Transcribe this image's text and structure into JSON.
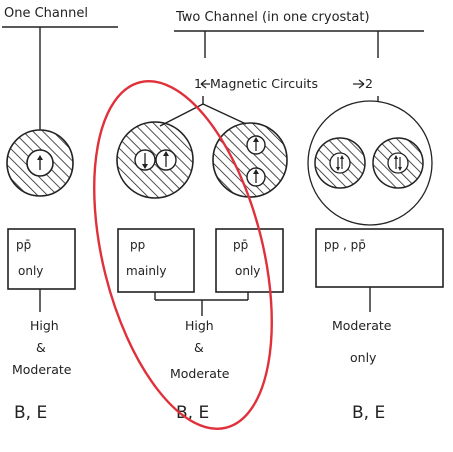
{
  "headings": {
    "one_channel": "One Channel",
    "two_channel": "Two Channel (in one cryostat)"
  },
  "magnetic_circuits": {
    "left": "1",
    "label": "Magnetic Circuits",
    "right": "2"
  },
  "boxes": [
    {
      "line1": "pp̄",
      "line2": "only"
    },
    {
      "line1": "pp",
      "line2": "mainly"
    },
    {
      "line1": "pp̄",
      "line2": "only"
    },
    {
      "line1": "pp , pp̄",
      "line2": ""
    }
  ],
  "energy": [
    {
      "line1": "High",
      "line2": "&",
      "line3": "Moderate"
    },
    {
      "line1": "High",
      "line2": "&",
      "line3": "Moderate"
    },
    {
      "line1": "Moderate",
      "line2": "only",
      "line3": ""
    }
  ],
  "experiments": [
    "B, E",
    "B, E",
    "B, E"
  ],
  "colors": {
    "ink": "#222222",
    "highlight": "#e0303a"
  }
}
